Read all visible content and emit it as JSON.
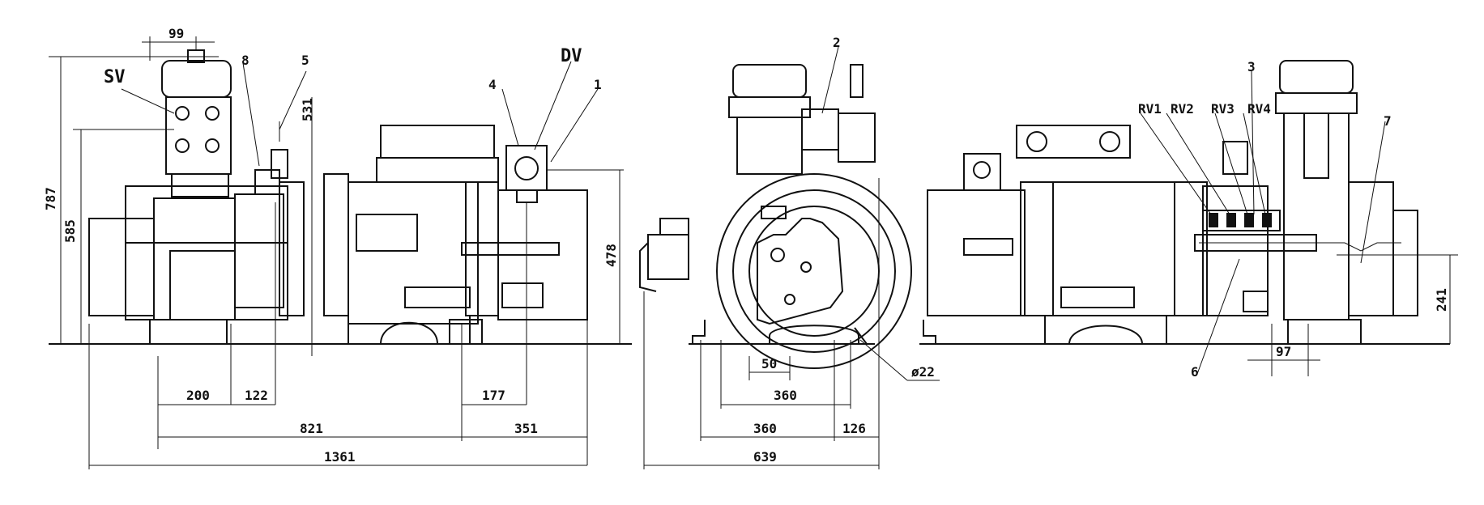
{
  "labels": {
    "SV": "SV",
    "DV": "DV",
    "n1": "1",
    "n2": "2",
    "n3": "3",
    "n4": "4",
    "n5": "5",
    "n6": "6",
    "n7": "7",
    "n8": "8",
    "RV1": "RV1",
    "RV2": "RV2",
    "RV3": "RV3",
    "RV4": "RV4"
  },
  "dimensions": {
    "d99": "99",
    "d787": "787",
    "d585": "585",
    "d531": "531",
    "d478": "478",
    "d200": "200",
    "d122": "122",
    "d177": "177",
    "d821": "821",
    "d351": "351",
    "d1361": "1361",
    "d50": "50",
    "d360a": "360",
    "d360b": "360",
    "d126": "126",
    "d639": "639",
    "d22": "ø22",
    "d241": "241",
    "d97": "97"
  }
}
